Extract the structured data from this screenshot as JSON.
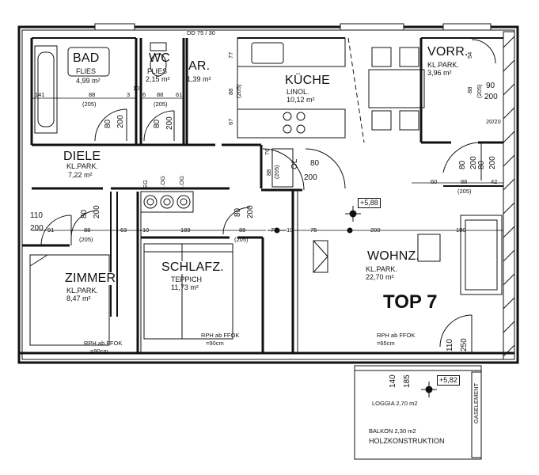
{
  "plan": {
    "unit_label": "TOP 7",
    "dd_label": "DD 75 / 30",
    "rooms": [
      {
        "key": "bad",
        "name": "BAD",
        "floor": "FLIES",
        "area": "4,99 m²"
      },
      {
        "key": "wc",
        "name": "WC",
        "floor": "FLIES",
        "area": "2,15 m²"
      },
      {
        "key": "ar",
        "name": "AR.",
        "floor": "",
        "area": "1,39 m²"
      },
      {
        "key": "kueche",
        "name": "KÜCHE",
        "floor": "LINOL.",
        "area": "10,12 m²"
      },
      {
        "key": "vorr",
        "name": "VORR.",
        "floor": "KL.PARK.",
        "area": "3,96 m²"
      },
      {
        "key": "diele",
        "name": "DIELE",
        "floor": "KL.PARK.",
        "area": "7,22 m²"
      },
      {
        "key": "zimmer",
        "name": "ZIMMER",
        "floor": "KL.PARK.",
        "area": "8,47 m²"
      },
      {
        "key": "schlafz",
        "name": "SCHLAFZ.",
        "floor": "TEPPICH",
        "area": "11,73 m²"
      },
      {
        "key": "wohnz",
        "name": "WOHNZ.",
        "floor": "KL.PARK.",
        "area": "22,70 m²"
      }
    ],
    "rph": [
      {
        "key": "zimmer",
        "line1": "RPH ab FFOK",
        "line2": "=90cm"
      },
      {
        "key": "schlafz",
        "line1": "RPH ab FFOK",
        "line2": "=90cm"
      },
      {
        "key": "wohnz",
        "line1": "RPH ab FFOK",
        "line2": "=65cm"
      }
    ],
    "levels": {
      "main": "+5,88",
      "loggia": "+5,82"
    },
    "loggia": {
      "label": "LOGGIA 2,70 m2",
      "balkon": "BALKON 2,30 m2",
      "construction": "HOLZKONSTRUKTION",
      "gas": "GASELEMENT"
    },
    "ol": "OL",
    "eg_labels": [
      "EG",
      "1.OG",
      "2.OG"
    ],
    "dims": {
      "d141": "141",
      "d88a": "88",
      "d205a": "(205)",
      "d3": "3",
      "d10a": "10",
      "d6": "6",
      "d88b": "88",
      "d205b": "(205)",
      "d61": "61",
      "d80a": "80",
      "d200a": "200",
      "d80b": "80",
      "d200b": "200",
      "d77": "77",
      "d88v": "88",
      "d205v": "(205)",
      "d67": "67",
      "d54": "54",
      "d88c": "88",
      "d205c": "(205)",
      "d90": "90",
      "d200c": "200",
      "d20_20": "20/20",
      "d76": "76",
      "d88d": "88",
      "d205d": "(205)",
      "d80c": "80",
      "d200d": "200",
      "d80e": "80",
      "d200e": "200",
      "d60": "60",
      "d88e": "88",
      "d205e": "(205)",
      "d42": "42",
      "d80f": "80",
      "d200f": "200",
      "d110": "110",
      "d200g": "200",
      "d91": "91",
      "d80g": "80",
      "d200h": "200",
      "d80h": "80",
      "d200i": "200",
      "d88f": "88",
      "d205f": "(205)",
      "d63": "63",
      "d10b": "10",
      "d189": "189",
      "d88g": "88",
      "d205g": "(205)",
      "d73": "73",
      "d10c": "10",
      "d75": "75",
      "d200j": "200",
      "d190": "190",
      "d110b": "110",
      "d250": "250",
      "d140": "140",
      "d185": "185"
    }
  }
}
